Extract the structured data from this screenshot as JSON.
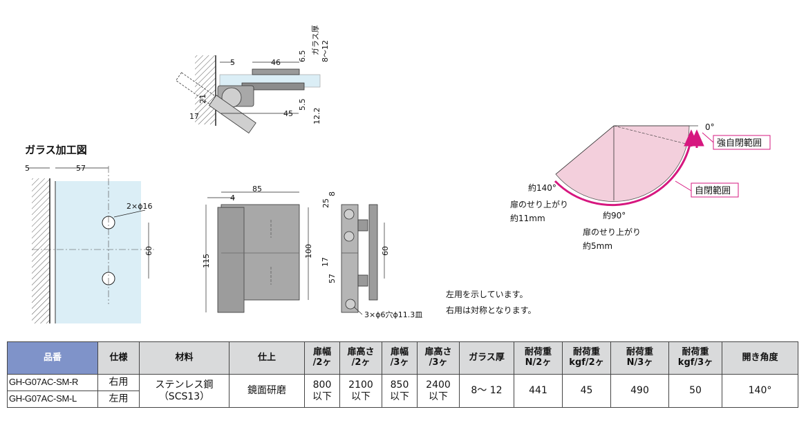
{
  "labels": {
    "glass_processing_title": "ガラス加工図",
    "dim_5": "5",
    "dim_46": "46",
    "dim_6_5": "6.5",
    "glass_thickness": "ガラス厚",
    "glass_thickness_range": "8～12",
    "dim_21": "21",
    "dim_5_5": "5.5",
    "dim_12_2": "12.2",
    "dim_45": "45",
    "dim_17": "17",
    "dim_57": "57",
    "hole_2x16": "2×ϕ16",
    "dim_60": "60",
    "dim_85": "85",
    "dim_4": "4",
    "dim_115": "115",
    "dim_100": "100",
    "dim_25": "25",
    "dim_8": "8",
    "dim_17b": "17",
    "dim_57b": "57",
    "dim_60b": "60",
    "screw_holes": "3×ϕ6穴ϕ11.3皿",
    "note_line1": "左用を示しています。",
    "note_line2": "右用は対称となります。",
    "angle_0": "0°",
    "angle_140": "約140°",
    "lift_140": "扉のせり上がり",
    "lift_140_amount": "約11mm",
    "angle_90": "約90°",
    "lift_90": "扉のせり上がり",
    "lift_90_amount": "約5mm",
    "strong_self_closing": "強自閉範囲",
    "self_closing": "自閉範囲"
  },
  "colors": {
    "glass": "#dbeef6",
    "sector": "#f3cfdc",
    "magenta": "#d6177f",
    "metal": "#a8a8a8",
    "header_code": "#7f93c9",
    "header": "#d9dadb"
  },
  "table": {
    "headers": {
      "code": "品番",
      "spec": "仕様",
      "material": "材料",
      "finish": "仕上",
      "door_width_2": [
        "扉幅",
        "/2ヶ"
      ],
      "door_height_2": [
        "扉高さ",
        "/2ヶ"
      ],
      "door_width_3": [
        "扉幅",
        "/3ヶ"
      ],
      "door_height_3": [
        "扉高さ",
        "/3ヶ"
      ],
      "glass_thickness": "ガラス厚",
      "load_n_2": [
        "耐荷重",
        "N/2ヶ"
      ],
      "load_kgf_2": [
        "耐荷重",
        "kgf/2ヶ"
      ],
      "load_n_3": [
        "耐荷重",
        "N/3ヶ"
      ],
      "load_kgf_3": [
        "耐荷重",
        "kgf/3ヶ"
      ],
      "opening_angle": "開き角度"
    },
    "rows": [
      {
        "code": "GH-G07AC-SM-R",
        "spec": "右用"
      },
      {
        "code": "GH-G07AC-SM-L",
        "spec": "左用"
      }
    ],
    "shared": {
      "material": [
        "ステンレス鋼",
        "（SCS13）"
      ],
      "finish": "鏡面研磨",
      "door_width_2": [
        "800",
        "以下"
      ],
      "door_height_2": [
        "2100",
        "以下"
      ],
      "door_width_3": [
        "850",
        "以下"
      ],
      "door_height_3": [
        "2400",
        "以下"
      ],
      "glass_thickness": "8～ 12",
      "load_n_2": "441",
      "load_kgf_2": "45",
      "load_n_3": "490",
      "load_kgf_3": "50",
      "opening_angle": "140°"
    }
  }
}
